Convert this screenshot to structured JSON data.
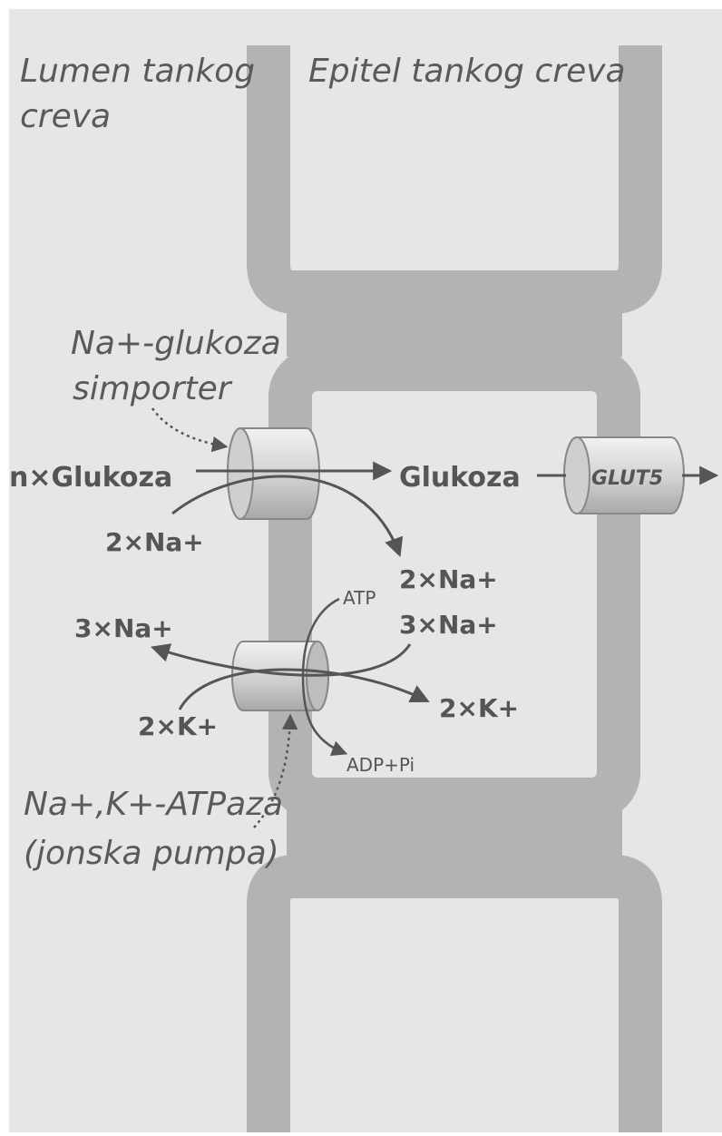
{
  "region_labels": {
    "lumen_line1": "Lumen tankog",
    "lumen_line2": "creva",
    "epitel": "Epitel tankog creva"
  },
  "transporters": {
    "symporter_line1": "Na+-glukoza",
    "symporter_line2": "simporter",
    "pump_line1": "Na+,K+-ATPaza",
    "pump_line2": "(jonska pumpa)",
    "glut": "GLUT5"
  },
  "molecules": {
    "n_glukoza": "n×Glukoza",
    "glukoza": "Glukoza",
    "na_in_2": "2×Na+",
    "na_cell_2": "2×Na+",
    "na_cell_3": "3×Na+",
    "na_out_3": "3×Na+",
    "k_in_2": "2×K+",
    "k_out_2": "2×K+",
    "atp": "ATP",
    "adp": "ADP+Pi"
  },
  "colors": {
    "background": "#e6e6e6",
    "membrane": "#b3b3b3",
    "arrow": "#555555",
    "text": "#555555"
  }
}
